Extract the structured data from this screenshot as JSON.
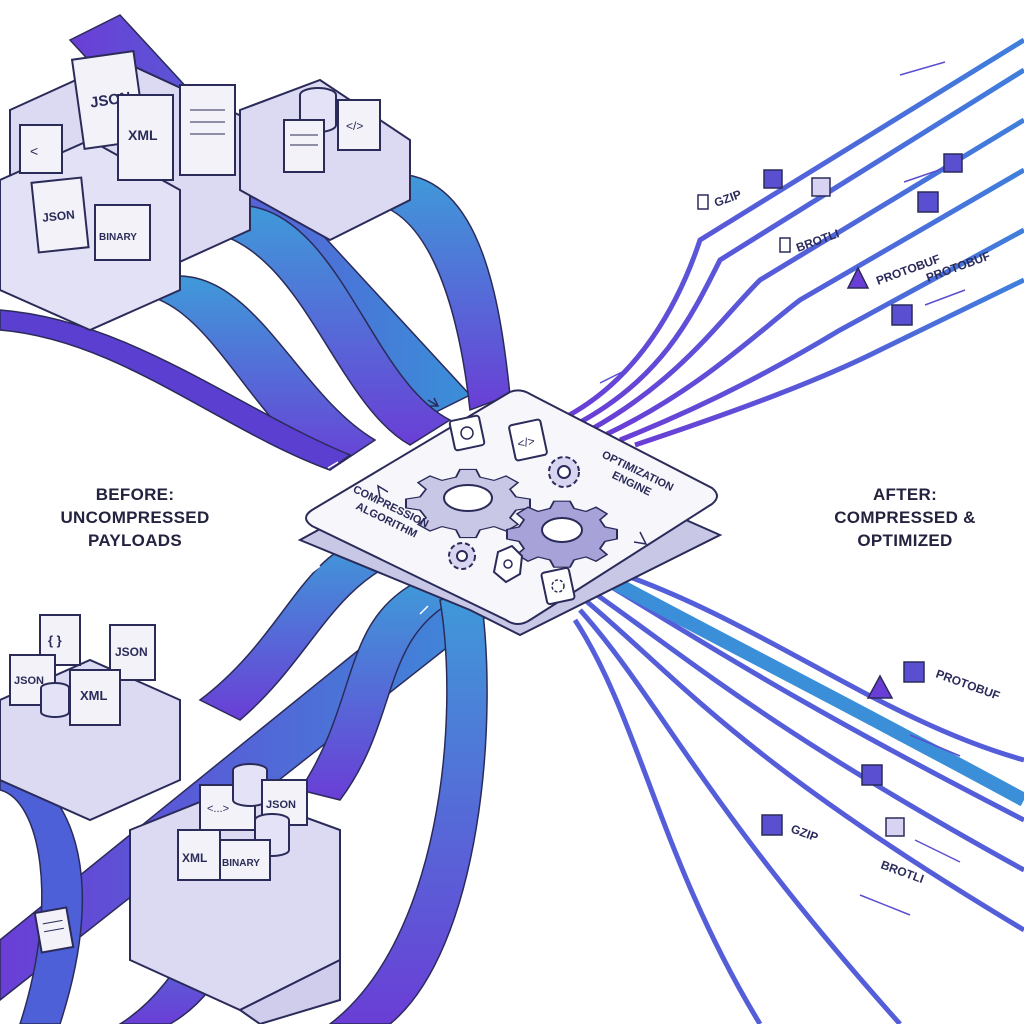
{
  "left_panel": {
    "label_line1": "BEFORE:",
    "label_line2": "UNCOMPRESSED",
    "label_line3": "PAYLOADS",
    "top_bins": {
      "file_labels": [
        "JSON",
        "XML",
        "JSON",
        "BINARY"
      ]
    },
    "bottom_bins": {
      "file_labels": [
        "JSON",
        "JSON",
        "XML",
        "XML",
        "BINARY",
        "JSON",
        "{ }",
        "<...>"
      ]
    }
  },
  "engine": {
    "label_compression_line1": "COMPRESSION",
    "label_compression_line2": "ALGORITHM",
    "label_optimization_line1": "OPTIMIZATION",
    "label_optimization_line2": "ENGINE"
  },
  "right_panel": {
    "label_line1": "AFTER:",
    "label_line2": "COMPRESSED &",
    "label_line3": "OPTIMIZED",
    "top_formats": [
      "GZIP",
      "BROTLI",
      "PROTOBUF",
      "PROTOBUF"
    ],
    "bottom_formats": [
      "PROTOBUF",
      "GZIP",
      "BROTLI"
    ]
  },
  "colors": {
    "stream_purple": "#6a3ed6",
    "stream_blue": "#3a8fd8",
    "outline": "#2b2b5a",
    "bin_fill": "#dcdaf2",
    "engine_fill": "#f6f6fb"
  }
}
